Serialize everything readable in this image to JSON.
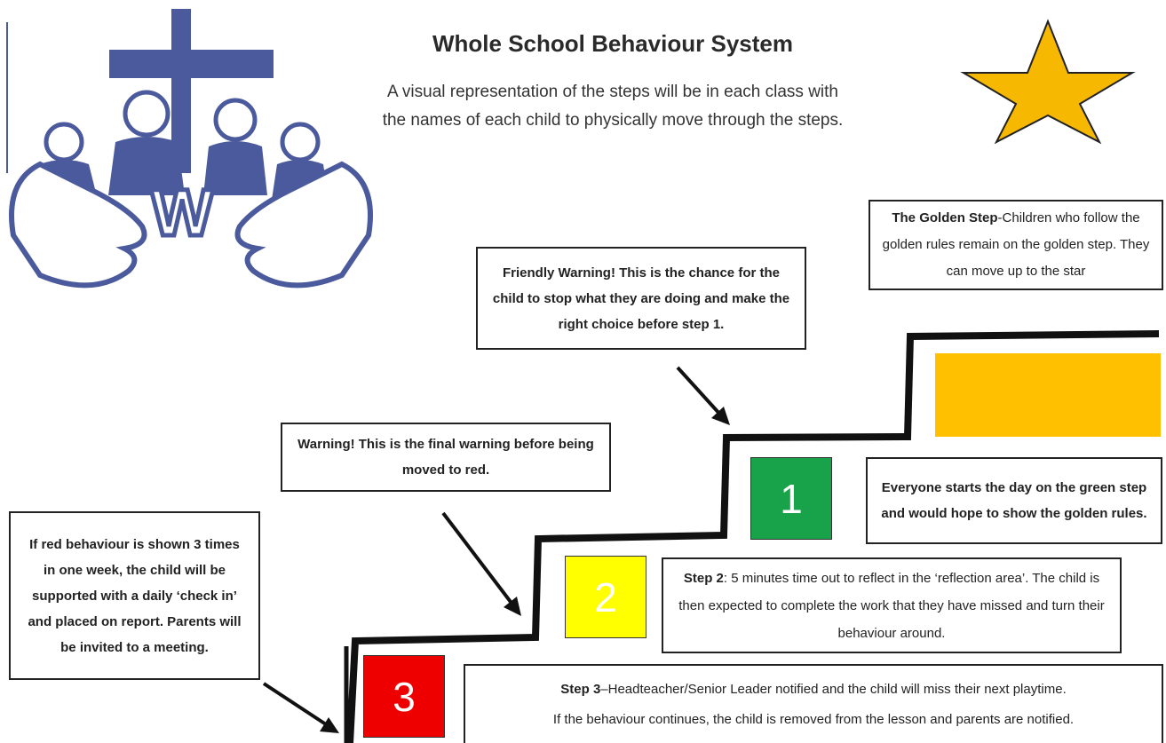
{
  "header": {
    "title": "Whole School Behaviour System",
    "subtitle": "A visual representation of the steps will be in each class with the names of each child to physically move through the steps."
  },
  "logo": {
    "letter": "W",
    "color": "#4a5a9c"
  },
  "star": {
    "color": "#f6b800"
  },
  "golden_step": {
    "label": "The Golden Step",
    "text": "-Children who follow the golden rules remain on the golden step. They can move up to the star",
    "color": "#ffc000"
  },
  "friendly_warning": {
    "text": "Friendly Warning! This is the chance for the child to stop what they are doing and make the right choice before step 1."
  },
  "warning": {
    "text": "Warning! This is the final warning before being moved to red."
  },
  "report": {
    "text": "If red behaviour is shown 3 times in one week, the child will be supported with  a daily ‘check in’ and placed on report. Parents will be invited to a meeting."
  },
  "steps": [
    {
      "number": "1",
      "color": "#18a34a",
      "text": "Everyone starts the day on the green step and would hope to show the golden rules."
    },
    {
      "number": "2",
      "color": "#ffff00",
      "label": "Step 2",
      "text": ": 5 minutes time out to reflect in the ‘reflection area’. The child is then expected to complete the work that they have missed and turn their behaviour around."
    },
    {
      "number": "3",
      "color": "#ee0000",
      "label": "Step 3",
      "text": "–Headteacher/Senior Leader notified and the child will miss their next playtime.",
      "text2": "If the behaviour continues, the child is removed from the lesson and parents are notified."
    }
  ]
}
